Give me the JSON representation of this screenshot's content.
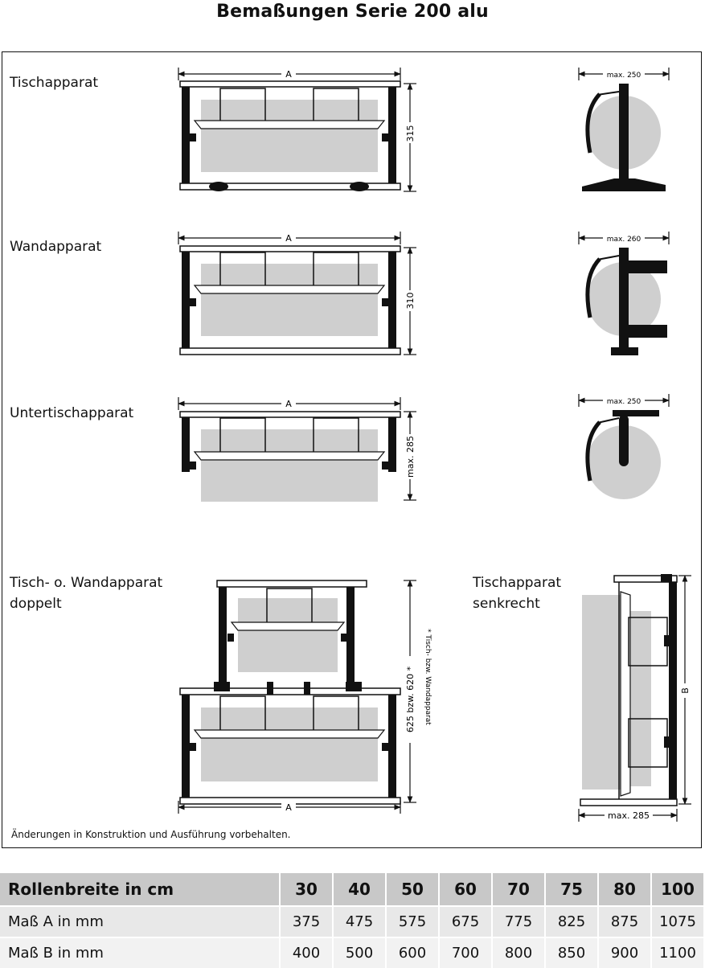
{
  "page_title": "Bemaßungen Serie 200 alu",
  "sections": {
    "tisch": {
      "label": "Tischapparat",
      "dim_a": "A",
      "dim_h": "315",
      "side_dim": "max. 250"
    },
    "wand": {
      "label": "Wandapparat",
      "dim_a": "A",
      "dim_h": "310",
      "side_dim": "max. 260"
    },
    "untertisch": {
      "label": "Untertischapparat",
      "dim_a": "A",
      "dim_h": "max. 285",
      "side_dim": "max. 250"
    },
    "doppelt": {
      "label_1": "Tisch- o. Wandapparat",
      "label_2": "doppelt",
      "dim_a": "A",
      "dim_h": "625 bzw. 620 *",
      "dim_note": "* Tisch- bzw. Wandapparat"
    },
    "senkrecht": {
      "label_1": "Tischapparat",
      "label_2": "senkrecht",
      "dim_b": "B",
      "side_dim": "max. 285"
    }
  },
  "footnote": "Änderungen in Konstruktion und Ausführung vorbehalten.",
  "table": {
    "header": {
      "label": "Rollenbreite in cm",
      "values": [
        "30",
        "40",
        "50",
        "60",
        "70",
        "75",
        "80",
        "100"
      ]
    },
    "rows": [
      {
        "label": "Maß A in mm",
        "values": [
          "375",
          "475",
          "575",
          "675",
          "775",
          "825",
          "875",
          "1075"
        ]
      },
      {
        "label": "Maß B in mm",
        "values": [
          "400",
          "500",
          "600",
          "700",
          "800",
          "850",
          "900",
          "1100"
        ]
      }
    ]
  }
}
